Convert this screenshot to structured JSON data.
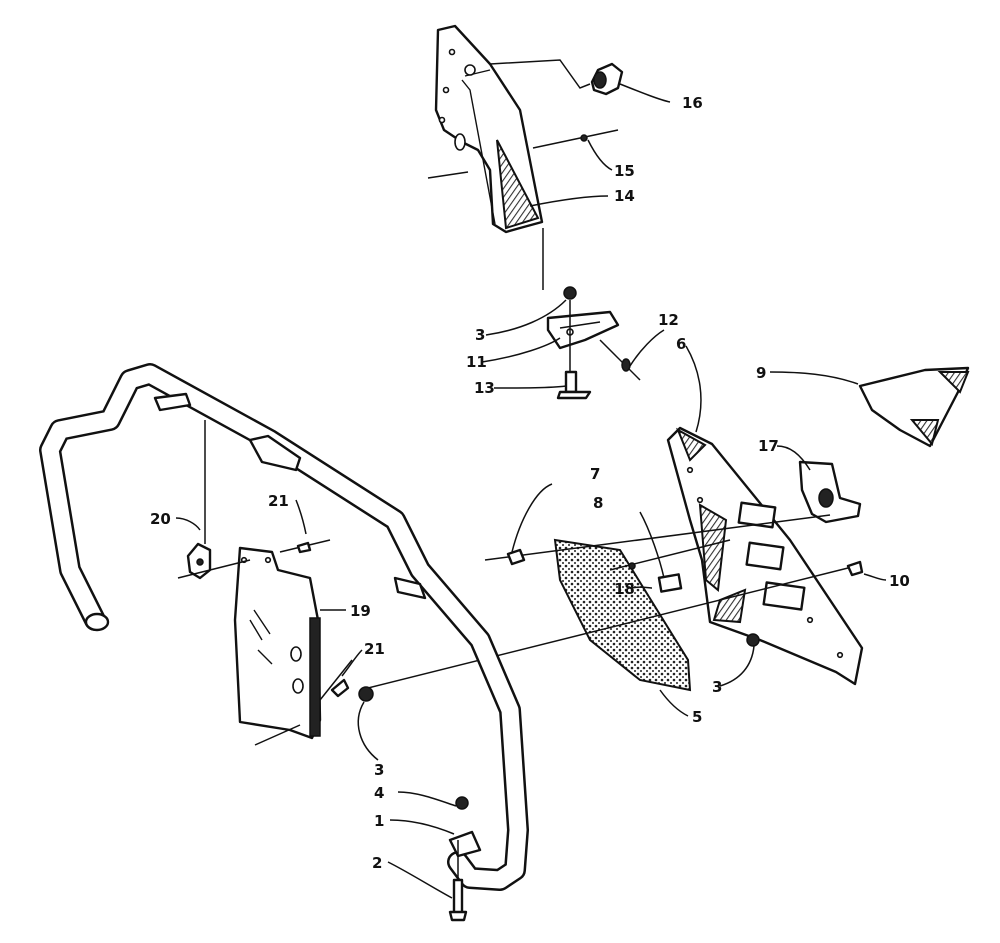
{
  "diagram": {
    "callouts": [
      {
        "id": "c1",
        "text": "1"
      },
      {
        "id": "c2",
        "text": "2"
      },
      {
        "id": "c3a",
        "text": "3"
      },
      {
        "id": "c3b",
        "text": "3"
      },
      {
        "id": "c3c",
        "text": "3"
      },
      {
        "id": "c4",
        "text": "4"
      },
      {
        "id": "c5",
        "text": "5"
      },
      {
        "id": "c6",
        "text": "6"
      },
      {
        "id": "c7",
        "text": "7"
      },
      {
        "id": "c8",
        "text": "8"
      },
      {
        "id": "c9",
        "text": "9"
      },
      {
        "id": "c10",
        "text": "10"
      },
      {
        "id": "c11",
        "text": "11"
      },
      {
        "id": "c12",
        "text": "12"
      },
      {
        "id": "c13",
        "text": "13"
      },
      {
        "id": "c14",
        "text": "14"
      },
      {
        "id": "c15",
        "text": "15"
      },
      {
        "id": "c16",
        "text": "16"
      },
      {
        "id": "c17",
        "text": "17"
      },
      {
        "id": "c18",
        "text": "18"
      },
      {
        "id": "c19",
        "text": "19"
      },
      {
        "id": "c20",
        "text": "20"
      },
      {
        "id": "c21a",
        "text": "21"
      },
      {
        "id": "c21b",
        "text": "21"
      }
    ]
  }
}
